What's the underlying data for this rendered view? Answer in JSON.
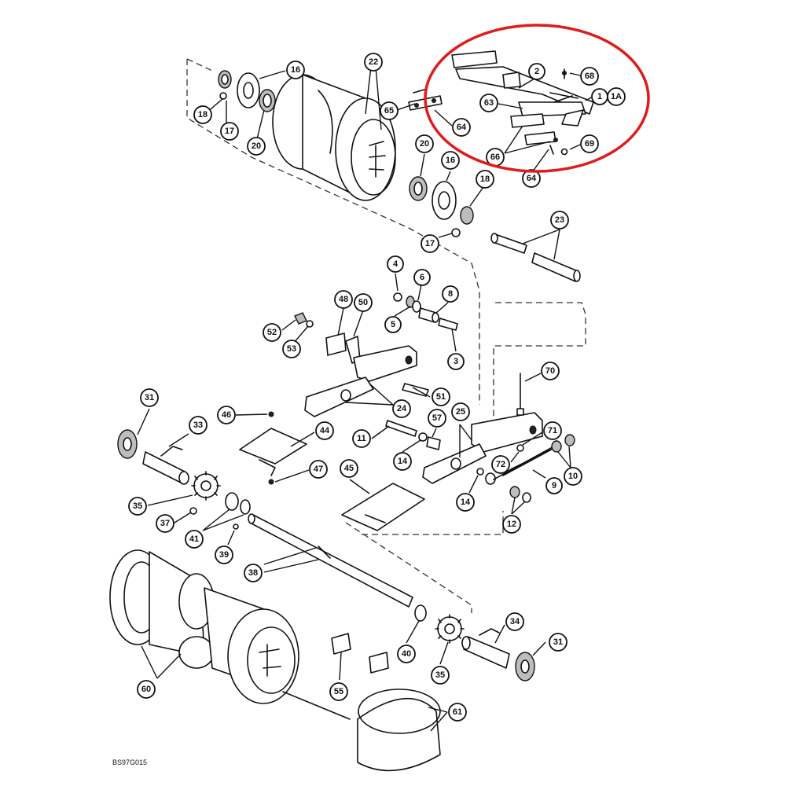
{
  "drawing_code": "BS97G015",
  "highlight_color": "#e01b1b",
  "callouts": [
    {
      "id": "c16a",
      "label": "16"
    },
    {
      "id": "c22",
      "label": "22"
    },
    {
      "id": "c18a",
      "label": "18"
    },
    {
      "id": "c17a",
      "label": "17"
    },
    {
      "id": "c20a",
      "label": "20"
    },
    {
      "id": "c65",
      "label": "65"
    },
    {
      "id": "c64a",
      "label": "64"
    },
    {
      "id": "c2",
      "label": "2"
    },
    {
      "id": "c68",
      "label": "68"
    },
    {
      "id": "c1",
      "label": "1"
    },
    {
      "id": "c1a",
      "label": "1A"
    },
    {
      "id": "c63",
      "label": "63"
    },
    {
      "id": "c66",
      "label": "66"
    },
    {
      "id": "c69",
      "label": "69"
    },
    {
      "id": "c64b",
      "label": "64"
    },
    {
      "id": "c20b",
      "label": "20"
    },
    {
      "id": "c16b",
      "label": "16"
    },
    {
      "id": "c18b",
      "label": "18"
    },
    {
      "id": "c17b",
      "label": "17"
    },
    {
      "id": "c23",
      "label": "23"
    },
    {
      "id": "c4",
      "label": "4"
    },
    {
      "id": "c6",
      "label": "6"
    },
    {
      "id": "c8",
      "label": "8"
    },
    {
      "id": "c5",
      "label": "5"
    },
    {
      "id": "c3",
      "label": "3"
    },
    {
      "id": "c48",
      "label": "48"
    },
    {
      "id": "c50",
      "label": "50"
    },
    {
      "id": "c52",
      "label": "52"
    },
    {
      "id": "c53",
      "label": "53"
    },
    {
      "id": "c51",
      "label": "51"
    },
    {
      "id": "c24",
      "label": "24"
    },
    {
      "id": "c70",
      "label": "70"
    },
    {
      "id": "c31a",
      "label": "31"
    },
    {
      "id": "c33",
      "label": "33"
    },
    {
      "id": "c46",
      "label": "46"
    },
    {
      "id": "c44",
      "label": "44"
    },
    {
      "id": "c11",
      "label": "11"
    },
    {
      "id": "c57",
      "label": "57"
    },
    {
      "id": "c25",
      "label": "25"
    },
    {
      "id": "c71",
      "label": "71"
    },
    {
      "id": "c72",
      "label": "72"
    },
    {
      "id": "c10",
      "label": "10"
    },
    {
      "id": "c14a",
      "label": "14"
    },
    {
      "id": "c47",
      "label": "47"
    },
    {
      "id": "c45",
      "label": "45"
    },
    {
      "id": "c9",
      "label": "9"
    },
    {
      "id": "c14b",
      "label": "14"
    },
    {
      "id": "c35a",
      "label": "35"
    },
    {
      "id": "c37",
      "label": "37"
    },
    {
      "id": "c41",
      "label": "41"
    },
    {
      "id": "c12",
      "label": "12"
    },
    {
      "id": "c39",
      "label": "39"
    },
    {
      "id": "c38",
      "label": "38"
    },
    {
      "id": "c34",
      "label": "34"
    },
    {
      "id": "c31b",
      "label": "31"
    },
    {
      "id": "c40",
      "label": "40"
    },
    {
      "id": "c35b",
      "label": "35"
    },
    {
      "id": "c60",
      "label": "60"
    },
    {
      "id": "c55",
      "label": "55"
    },
    {
      "id": "c61",
      "label": "61"
    }
  ]
}
